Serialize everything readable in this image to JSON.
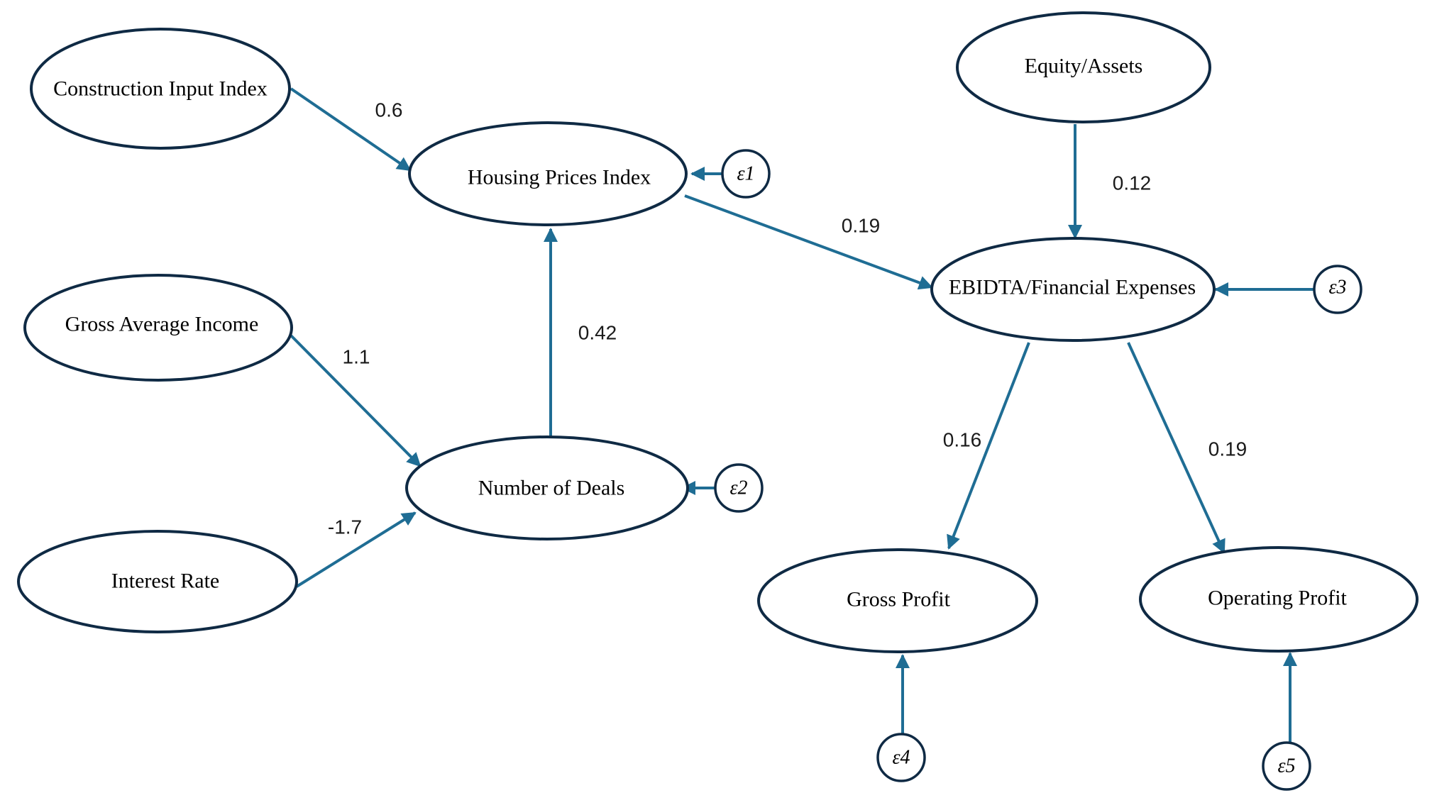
{
  "colors": {
    "arrow": "#1f6d94",
    "node_outline": "#0f2a44",
    "text": "#000000"
  },
  "nodes": {
    "construction_input_index": "Construction Input Index",
    "housing_prices_index": "Housing Prices Index",
    "gross_average_income": "Gross Average Income",
    "number_of_deals": "Number of Deals",
    "interest_rate": "Interest Rate",
    "equity_assets": "Equity/Assets",
    "ebidta_financial_expenses": "EBIDTA/Financial  Expenses",
    "gross_profit": "Gross Profit",
    "operating_profit": "Operating Profit"
  },
  "errors": {
    "e1": "ε1",
    "e2": "ε2",
    "e3": "ε3",
    "e4": "ε4",
    "e5": "ε5"
  },
  "coefficients": {
    "construction_to_housing": "0.6",
    "income_to_deals": "1.1",
    "interest_to_deals": "-1.7",
    "deals_to_housing": "0.42",
    "housing_to_ebidta": "0.19",
    "equity_to_ebidta": "0.12",
    "ebidta_to_gross_profit": "0.16",
    "ebidta_to_operating_profit": "0.19"
  }
}
